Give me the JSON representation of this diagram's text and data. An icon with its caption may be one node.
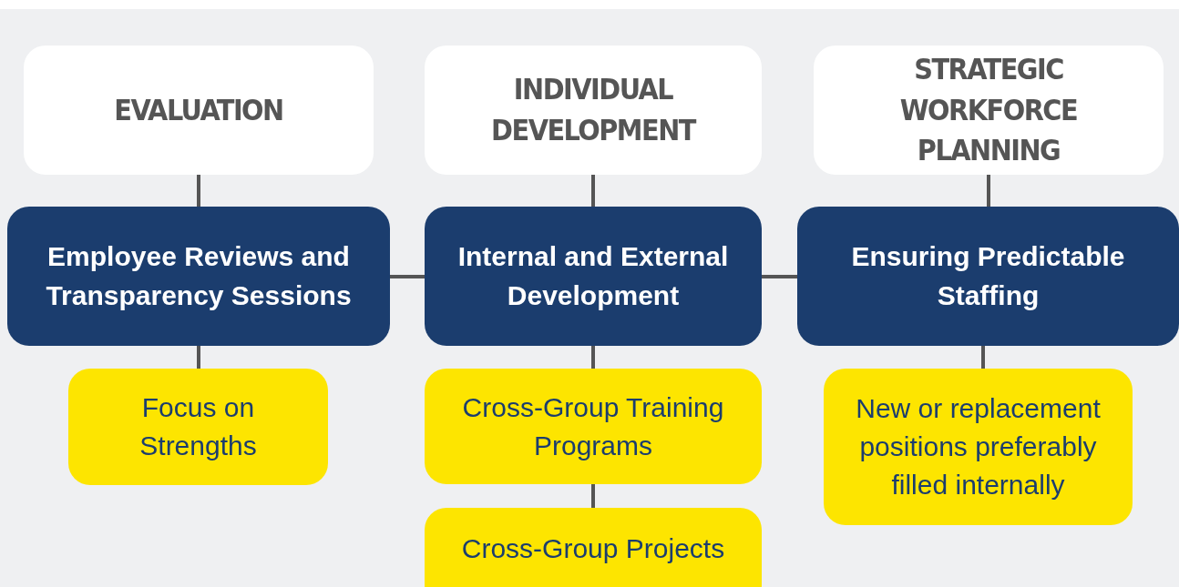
{
  "diagram": {
    "nodes": [
      {
        "text": [
          "EVALUATION"
        ]
      },
      {
        "text": [
          "INDIVIDUAL DEVELOPMENT"
        ]
      },
      {
        "text": [
          "STRATEGIC WORKFORCE PLANNING"
        ]
      },
      {
        "text": [
          "Employee Reviews and Transparency Sessions"
        ]
      },
      {
        "text": [
          "Internal and External Development"
        ]
      },
      {
        "text": [
          "Ensuring Predictable Staffing"
        ]
      },
      {
        "text": [
          "Focus on Strengths"
        ]
      },
      {
        "text": [
          "Cross-Group Training Programs"
        ]
      },
      {
        "text": [
          "New or replacement positions preferably filled internally"
        ]
      },
      {
        "text": [
          "Cross-Group Projects"
        ]
      }
    ],
    "edges": [
      {
        "from": 0,
        "to": 3,
        "arrow": "none"
      },
      {
        "from": 1,
        "to": 4,
        "arrow": "none"
      },
      {
        "from": 2,
        "to": 5,
        "arrow": "none"
      },
      {
        "from": 3,
        "to": 4,
        "arrow": "none"
      },
      {
        "from": 4,
        "to": 5,
        "arrow": "none"
      },
      {
        "from": 3,
        "to": 6,
        "arrow": "none"
      },
      {
        "from": 4,
        "to": 7,
        "arrow": "none"
      },
      {
        "from": 5,
        "to": 8,
        "arrow": "none"
      },
      {
        "from": 7,
        "to": 9,
        "arrow": "none"
      }
    ]
  }
}
